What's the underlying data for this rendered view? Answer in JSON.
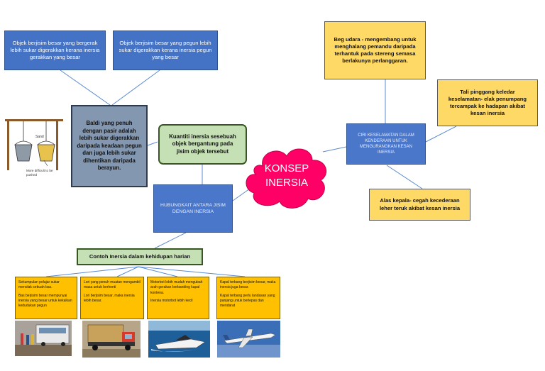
{
  "center": {
    "title": "KONSEP INERSIA"
  },
  "top_left_1": "Objek berjisim besar yang bergerak lebih sukar digerakkan kerana inersia gerakkan yang besar",
  "top_left_2": "Objek berjisim besar yang pegun lebih sukar digerakkan kerana inersia pegun yang besar",
  "bucket_text": "Baldi yang penuh dengan pasir adalah lebih sukar digerakkan daripada keadaan pegun dan juga lebih sukar dihentikan daripada berayun.",
  "bucket_image": {
    "sand_label": "Sand",
    "caption": "More difficult to be pushed"
  },
  "quantity": "Kuantiti inersia sesebuah objek bergantung pada jisim objek tersebut",
  "relation": "HUBUNGKAIT ANTARA JISIM DENGAN INERSIA",
  "examples_header": "Contoh Inersia dalam kehidupan harian",
  "examples": [
    {
      "line1": "Sekumpulan pelajar sukar menolak sebuah bas.",
      "line2": "Bas berjisim besar mempunyai inersia yang besar untuk kekalkan kedudukan pegun"
    },
    {
      "line1": "Lori yang penuh muatan mengambil masa untuk berhenti",
      "line2": "Lori berjisim besar, maka inersia lebih besar."
    },
    {
      "line1": "Motorbot lebih mudah mengubah arah gerakan berbanding kapal kontena.",
      "line2": "Inersia motorbot lebih kecil"
    },
    {
      "line1": "Kapal terbang berjisim besar, maka inersia juga besar.",
      "line2": "Kapal terbang perlu landasan yang panjang untuk berlepas dan mendarat"
    }
  ],
  "safety": {
    "title": "CIRI KESELAMATAN DALAM KENDERAAN UNTUK MENGURANGKAN KESAN INERSIA"
  },
  "airbag": "Beg udara - mengembang untuk menghalang pemandu daripada terhantuk pada stereng semasa berlakunya perlanggaran.",
  "seatbelt": "Tali pinggang keledar keselamatan- elak penumpang tercampak ke hadapan akibat kesan inersia",
  "headrest": "Alas kepala- cegah kecederaan leher teruk akibat kesan inersia",
  "colors": {
    "blue": "#4472c4",
    "yellow": "#ffd966",
    "orange": "#ffc000",
    "green": "#c5e0b4",
    "cloud": "#ff0066"
  }
}
